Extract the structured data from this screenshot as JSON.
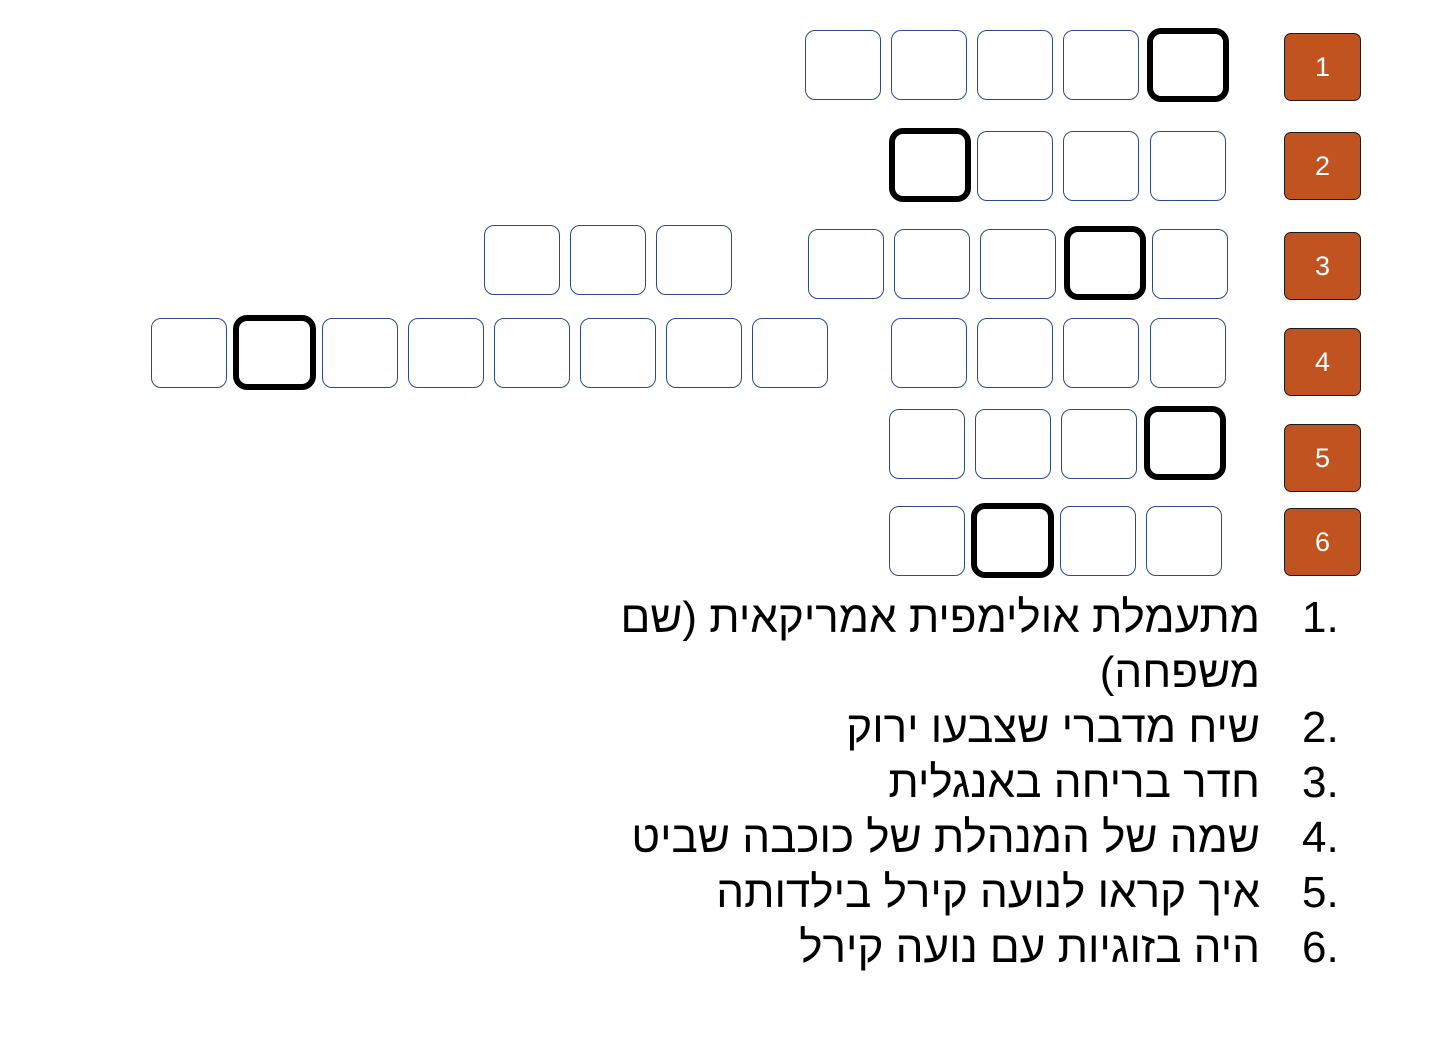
{
  "rows": [
    {
      "number": "1"
    },
    {
      "number": "2"
    },
    {
      "number": "3"
    },
    {
      "number": "4"
    },
    {
      "number": "5"
    },
    {
      "number": "6"
    }
  ],
  "clues": [
    {
      "index": "1.",
      "text": "מתעמלת אולימפית אמריקאית (שם משפחה)"
    },
    {
      "index": "2.",
      "text": "שיח מדברי שצבעו ירוק"
    },
    {
      "index": "3.",
      "text": "חדר בריחה באנגלית"
    },
    {
      "index": "4.",
      "text": "שמה של המנהלת של כוכבה שביט"
    },
    {
      "index": "5.",
      "text": "איך קראו לנועה קירל בילדותה"
    },
    {
      "index": "6.",
      "text": "היה בזוגיות עם נועה קירל"
    }
  ],
  "colors": {
    "number_badge": "#c0531f",
    "cell_border": "#2f4a8a",
    "key_cell_border": "#000000"
  }
}
